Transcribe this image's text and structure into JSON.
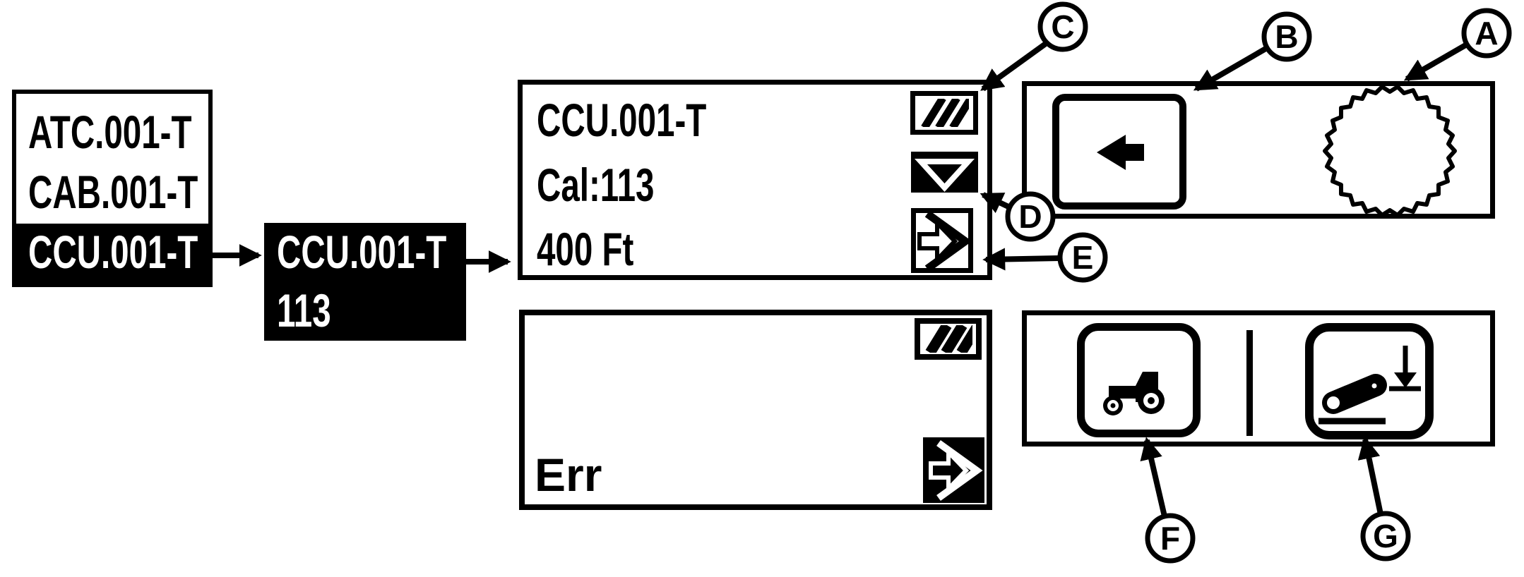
{
  "figure": {
    "kind": "operator-manual diagnostic display diagram",
    "colors": {
      "ink": "#000000",
      "paper": "#ffffff"
    }
  },
  "screens": {
    "address_list": {
      "items": [
        "ATC.001-T",
        "CAB.001-T",
        "CCU.001-T"
      ],
      "selected_item": "CCU.001-T"
    },
    "address_detail": {
      "line1": "CCU.001-T",
      "line2": "113"
    },
    "calibration": {
      "line1": "CCU.001-T",
      "line2": "Cal:113",
      "line3": "400 Ft"
    },
    "error": {
      "message": "Err"
    }
  },
  "callouts": {
    "a": {
      "letter": "A"
    },
    "b": {
      "letter": "B"
    },
    "c": {
      "letter": "C"
    },
    "d": {
      "letter": "D"
    },
    "e": {
      "letter": "E"
    },
    "f": {
      "letter": "F"
    },
    "g": {
      "letter": "G"
    }
  },
  "icons": {
    "hatch": "hatch-stripes-icon",
    "down_triangle": "down-triangle-icon",
    "enter": "enter-arrow-icon",
    "back": "left-arrow-icon",
    "gear": "scalloped-gear-icon",
    "tractor": "tractor-icon",
    "lever": "lever-lower-icon"
  }
}
